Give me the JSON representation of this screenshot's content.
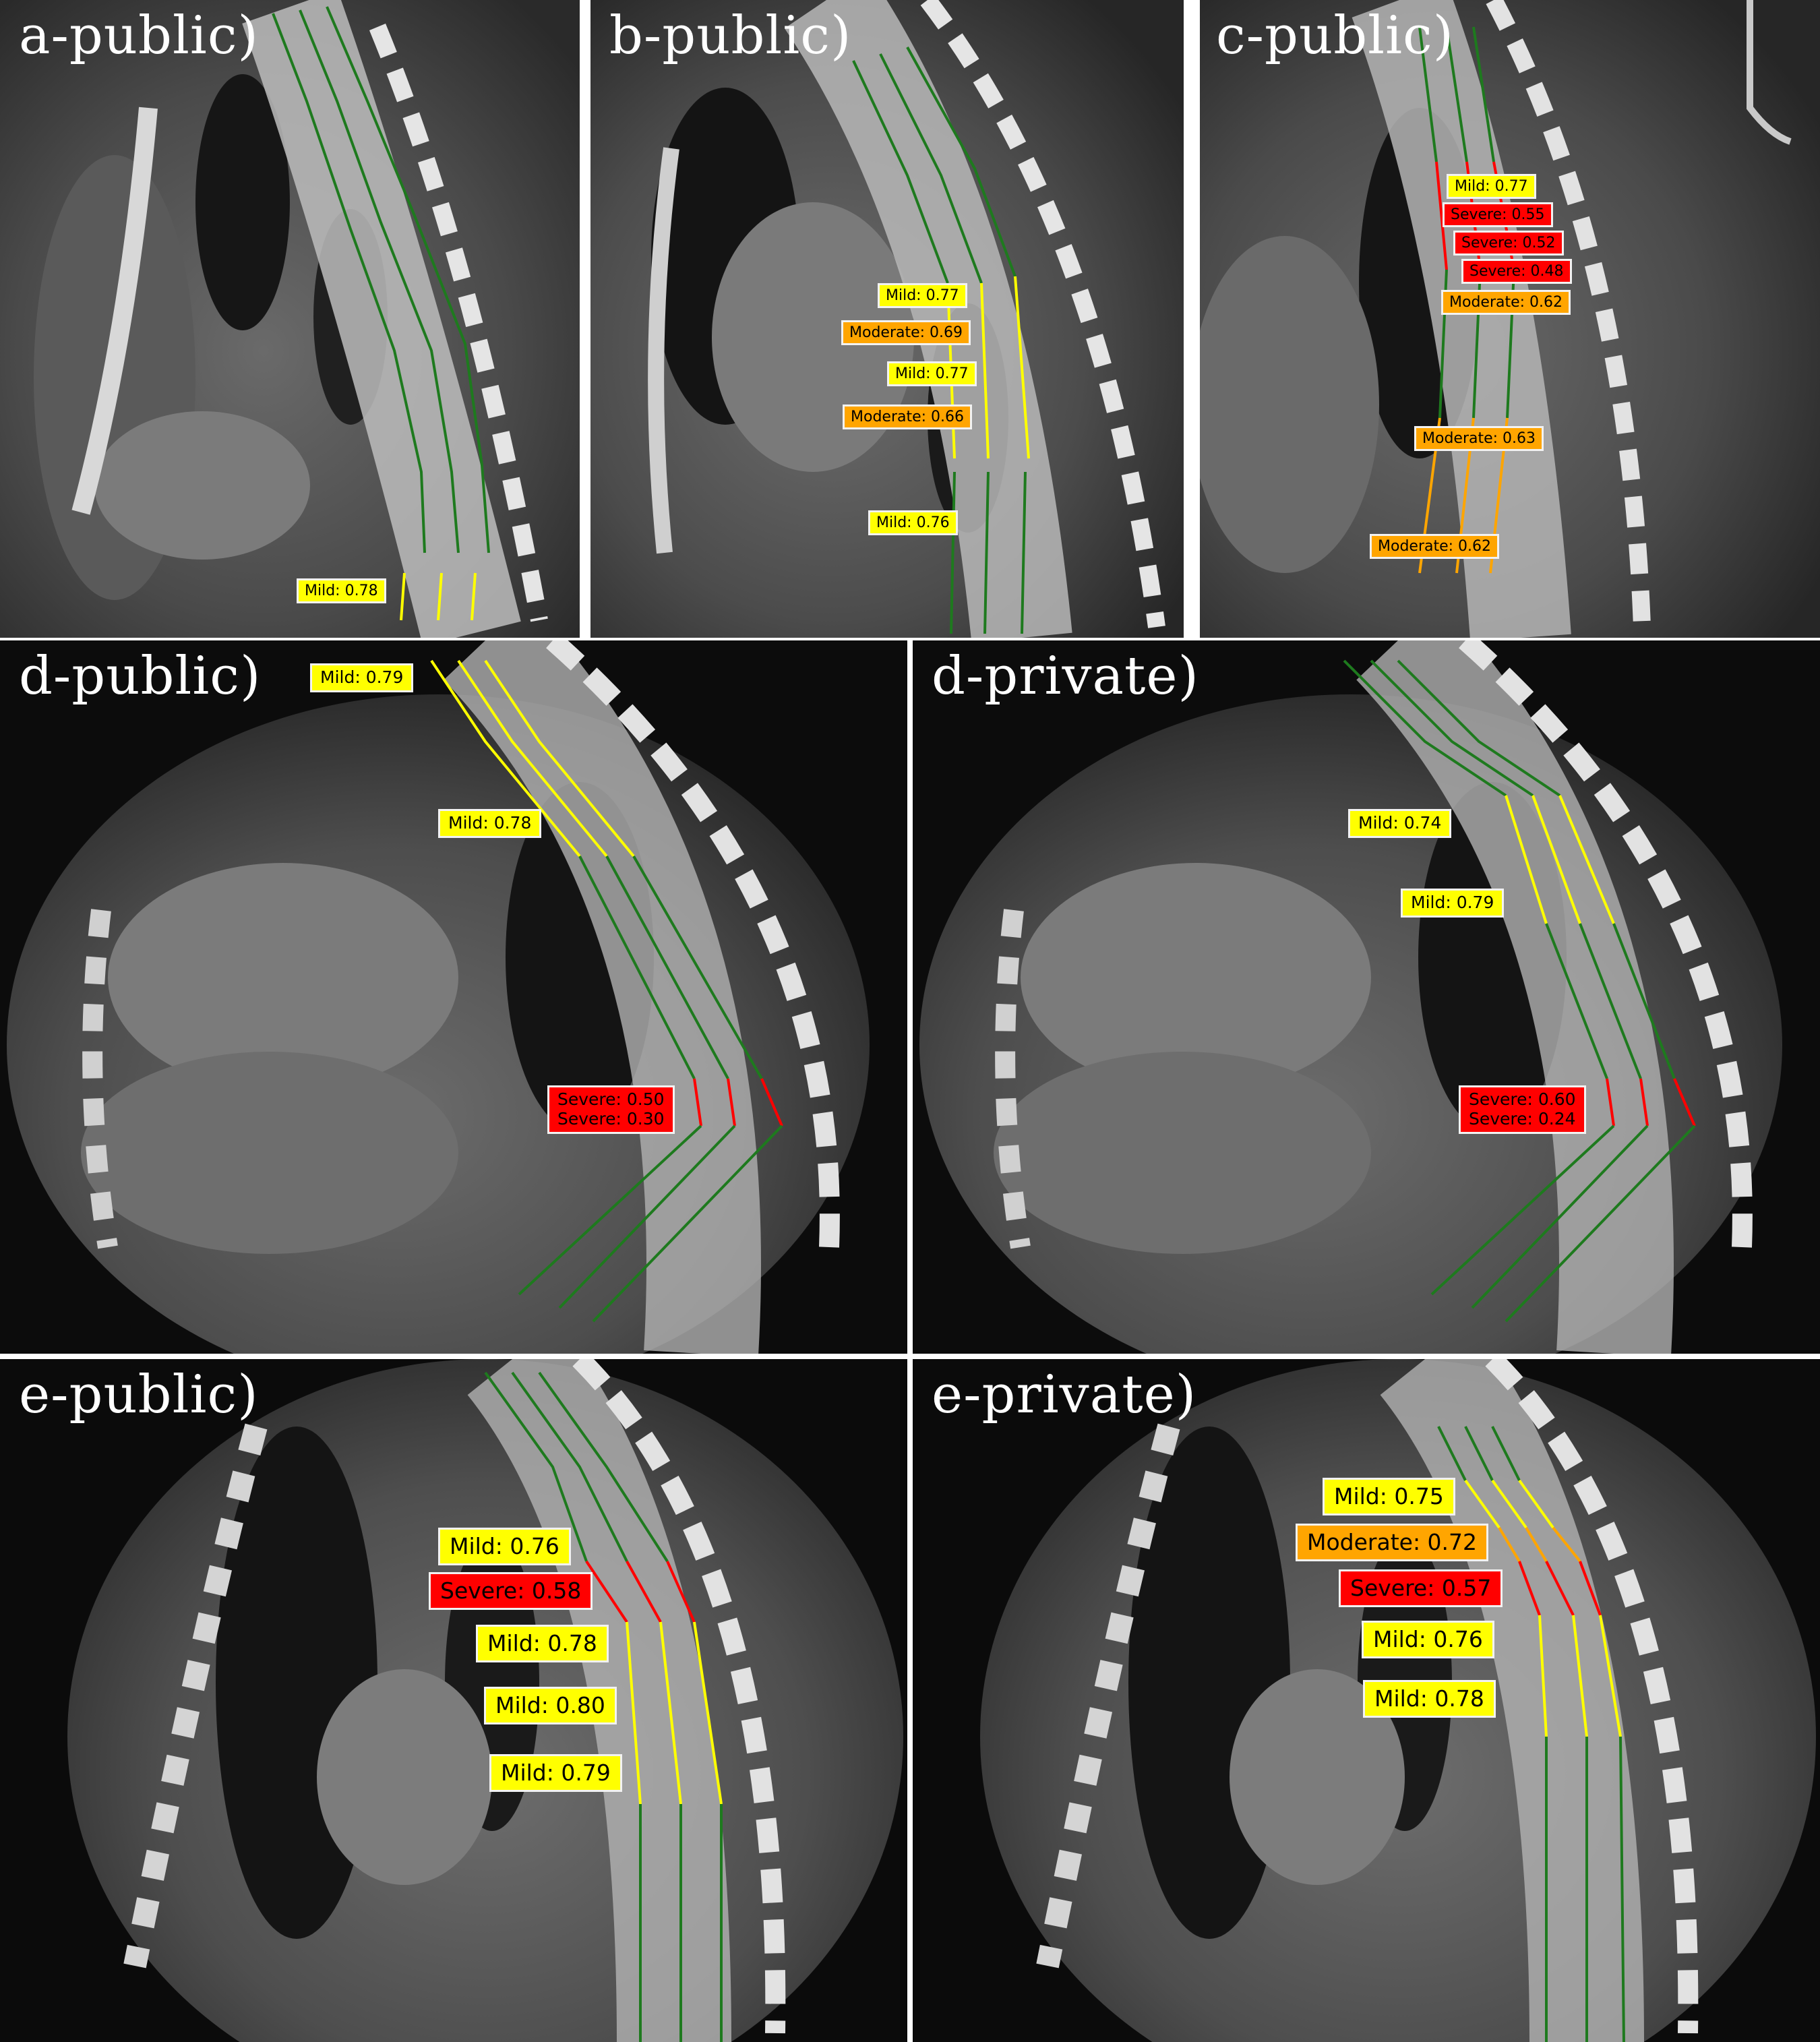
{
  "colors": {
    "mild": "#ffff00",
    "moderate": "#ffa500",
    "severe": "#ff0000",
    "normal": "#1e7a1e"
  },
  "panels": {
    "a_public": {
      "title": "a-public)",
      "labels": [
        {
          "text": "Mild: 0.78",
          "grade": "mild"
        }
      ]
    },
    "b_public": {
      "title": "b-public)",
      "labels": [
        {
          "text": "Mild: 0.77",
          "grade": "mild"
        },
        {
          "text": "Moderate: 0.69",
          "grade": "moderate"
        },
        {
          "text": "Mild: 0.77",
          "grade": "mild"
        },
        {
          "text": "Moderate: 0.66",
          "grade": "moderate"
        },
        {
          "text": "Mild: 0.76",
          "grade": "mild"
        }
      ]
    },
    "c_public": {
      "title": "c-public)",
      "labels": [
        {
          "text": "Mild: 0.77",
          "grade": "mild"
        },
        {
          "text": "Severe: 0.55",
          "grade": "severe"
        },
        {
          "text": "Severe: 0.52",
          "grade": "severe"
        },
        {
          "text": "Severe: 0.48",
          "grade": "severe"
        },
        {
          "text": "Moderate: 0.62",
          "grade": "moderate"
        },
        {
          "text": "Moderate: 0.63",
          "grade": "moderate"
        },
        {
          "text": "Moderate: 0.62",
          "grade": "moderate"
        }
      ]
    },
    "d_public": {
      "title": "d-public)",
      "labels": [
        {
          "text": "Mild: 0.79",
          "grade": "mild"
        },
        {
          "text": "Mild: 0.78",
          "grade": "mild"
        }
      ],
      "severe_pair": [
        "Severe: 0.50",
        "Severe: 0.30"
      ]
    },
    "d_private": {
      "title": "d-private)",
      "labels": [
        {
          "text": "Mild: 0.74",
          "grade": "mild"
        },
        {
          "text": "Mild: 0.79",
          "grade": "mild"
        }
      ],
      "severe_pair": [
        "Severe: 0.60",
        "Severe: 0.24"
      ]
    },
    "e_public": {
      "title": "e-public)",
      "labels": [
        {
          "text": "Mild: 0.76",
          "grade": "mild"
        },
        {
          "text": "Severe: 0.58",
          "grade": "severe"
        },
        {
          "text": "Mild: 0.78",
          "grade": "mild"
        },
        {
          "text": "Mild: 0.80",
          "grade": "mild"
        },
        {
          "text": "Mild: 0.79",
          "grade": "mild"
        }
      ]
    },
    "e_private": {
      "title": "e-private)",
      "labels": [
        {
          "text": "Mild: 0.75",
          "grade": "mild"
        },
        {
          "text": "Moderate: 0.72",
          "grade": "moderate"
        },
        {
          "text": "Severe: 0.57",
          "grade": "severe"
        },
        {
          "text": "Mild: 0.76",
          "grade": "mild"
        },
        {
          "text": "Mild: 0.78",
          "grade": "mild"
        }
      ]
    }
  }
}
